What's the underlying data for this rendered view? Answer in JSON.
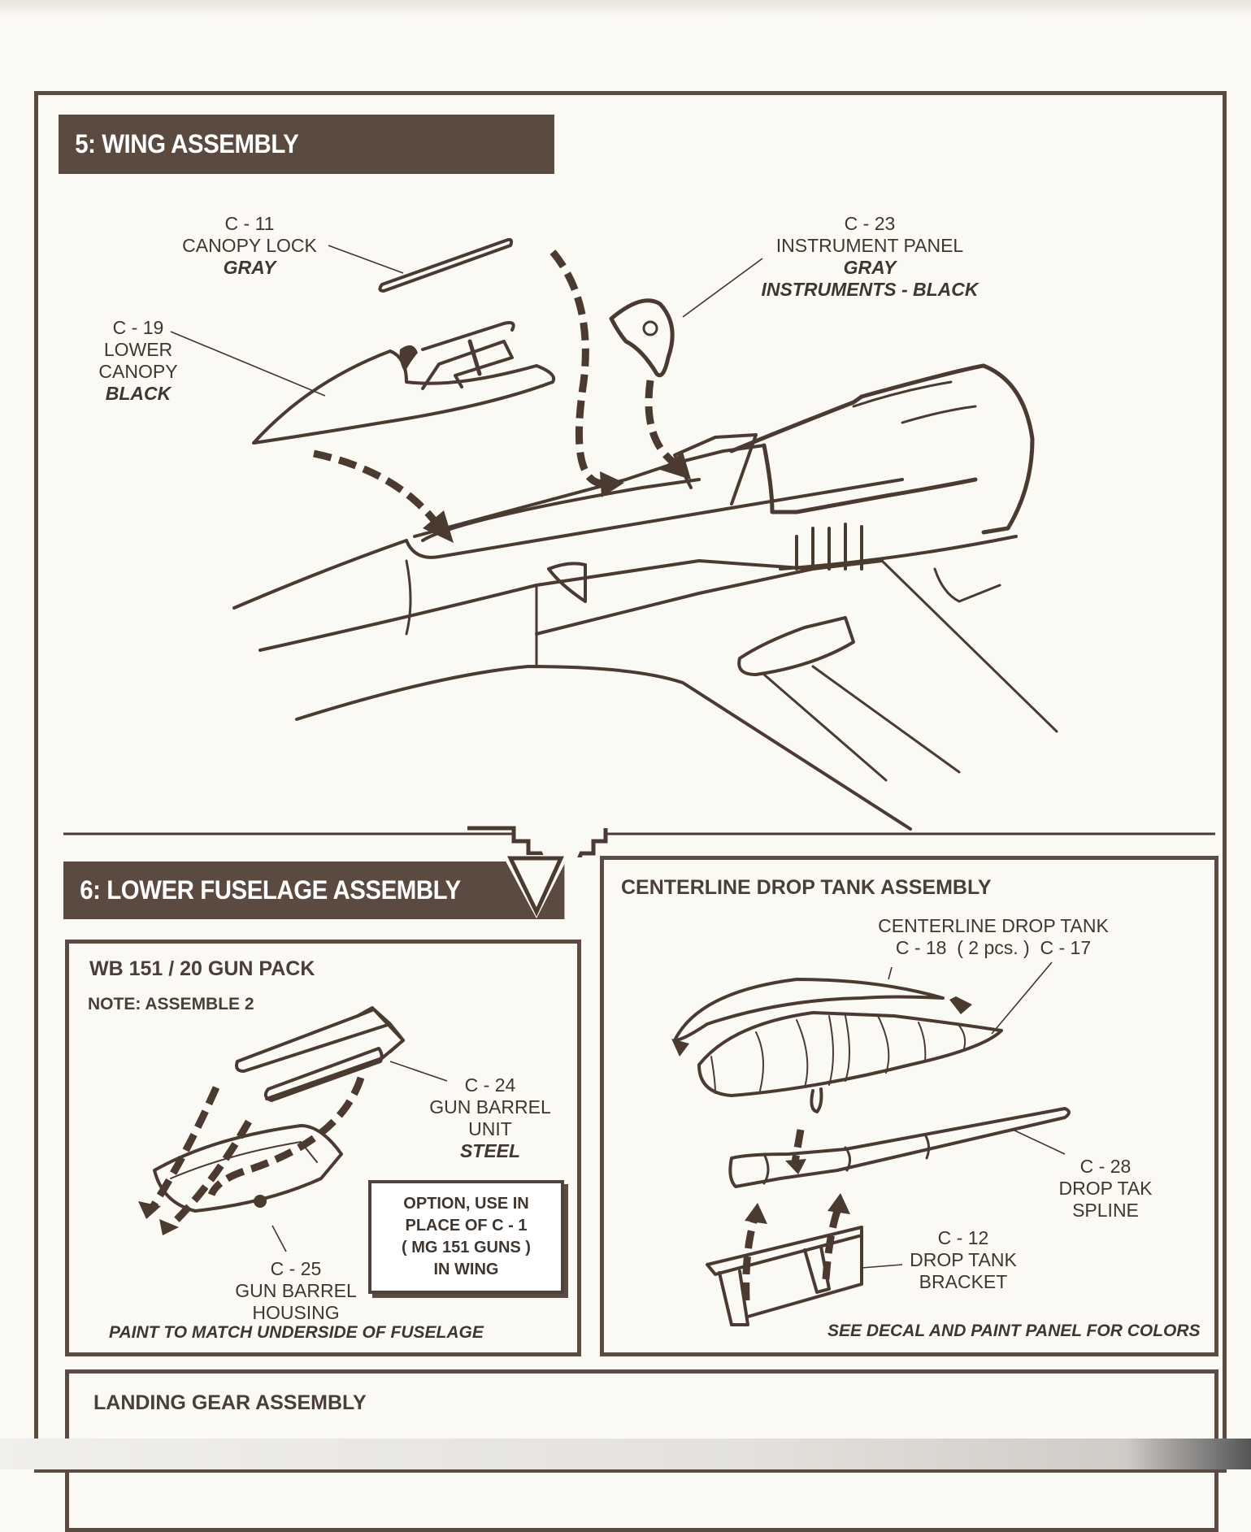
{
  "step5": {
    "title": "5: WING ASSEMBLY",
    "parts": [
      {
        "id": "C - 11",
        "lines": [
          "CANOPY LOCK"
        ],
        "paint": "GRAY"
      },
      {
        "id": "C - 19",
        "lines": [
          "LOWER",
          "CANOPY"
        ],
        "paint": "BLACK"
      },
      {
        "id": "C - 23",
        "lines": [
          "INSTRUMENT PANEL"
        ],
        "paint": "GRAY",
        "paint2": "INSTRUMENTS - BLACK"
      }
    ]
  },
  "step6": {
    "title": "6: LOWER FUSELAGE ASSEMBLY",
    "gun_pack": {
      "title": "WB 151 / 20 GUN PACK",
      "note": "NOTE: ASSEMBLE 2",
      "parts": [
        {
          "id": "C - 24",
          "lines": [
            "GUN BARREL",
            "UNIT"
          ],
          "paint": "STEEL"
        },
        {
          "id": "C - 25",
          "lines": [
            "GUN BARREL",
            "HOUSING"
          ]
        }
      ],
      "option_box": [
        "OPTION, USE IN",
        "PLACE OF C - 1",
        "( MG 151 GUNS )",
        "IN WING"
      ],
      "paint_note": "PAINT TO MATCH UNDERSIDE OF FUSELAGE"
    },
    "drop_tank": {
      "title": "CENTERLINE DROP TANK ASSEMBLY",
      "tank_label": "CENTERLINE DROP TANK",
      "tank_parts": "C - 18  ( 2 pcs. )  C - 17",
      "parts": [
        {
          "id": "C - 28",
          "lines": [
            "DROP TAK",
            "SPLINE"
          ]
        },
        {
          "id": "C - 12",
          "lines": [
            "DROP TANK",
            "BRACKET"
          ]
        }
      ],
      "colors_note": "SEE DECAL AND PAINT PANEL FOR COLORS"
    },
    "landing_gear": {
      "title": "LANDING GEAR ASSEMBLY"
    }
  },
  "colors": {
    "ink": "#4a3a30",
    "header_bar": "#5b4a40",
    "paper": "#fbf9f4"
  }
}
